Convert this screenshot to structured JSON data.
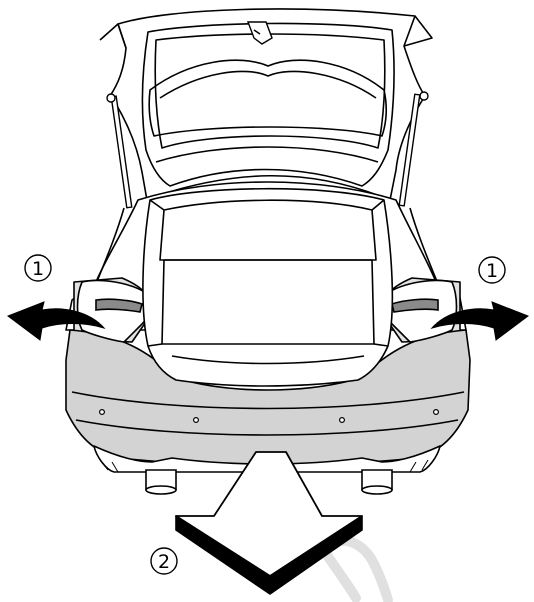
{
  "callouts": {
    "left_step": "1",
    "right_step": "1",
    "bottom_step": "2"
  },
  "colors": {
    "outline": "#000000",
    "bumper_shade": "#d3d3d3",
    "light_shade": "#e2e2e2",
    "dark_shade": "#8a8a8a",
    "arrow_fill": "#000000",
    "watermark": "#e0e0e0"
  }
}
